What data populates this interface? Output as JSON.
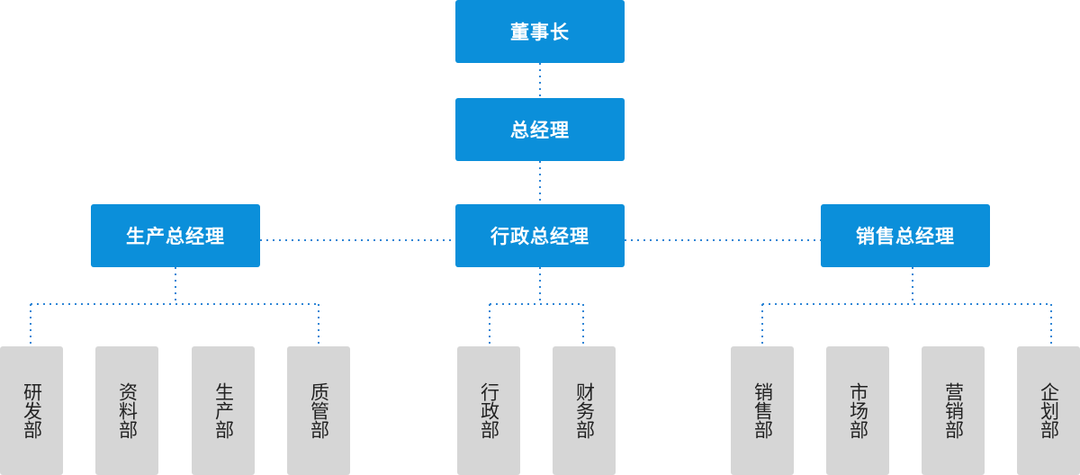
{
  "chairman": "董事长",
  "general_manager": "总经理",
  "branches": {
    "production": {
      "title": "生产总经理",
      "departments": [
        "研发部",
        "资料部",
        "生产部",
        "质管部"
      ]
    },
    "administration": {
      "title": "行政总经理",
      "departments": [
        "行政部",
        "财务部"
      ]
    },
    "sales": {
      "title": "销售总经理",
      "departments": [
        "销售部",
        "市场部",
        "营销部",
        "企划部"
      ]
    }
  },
  "colors": {
    "node_fill": "#0b8fda",
    "department_fill": "#d6d6d6",
    "connector": "#2f86d6"
  }
}
